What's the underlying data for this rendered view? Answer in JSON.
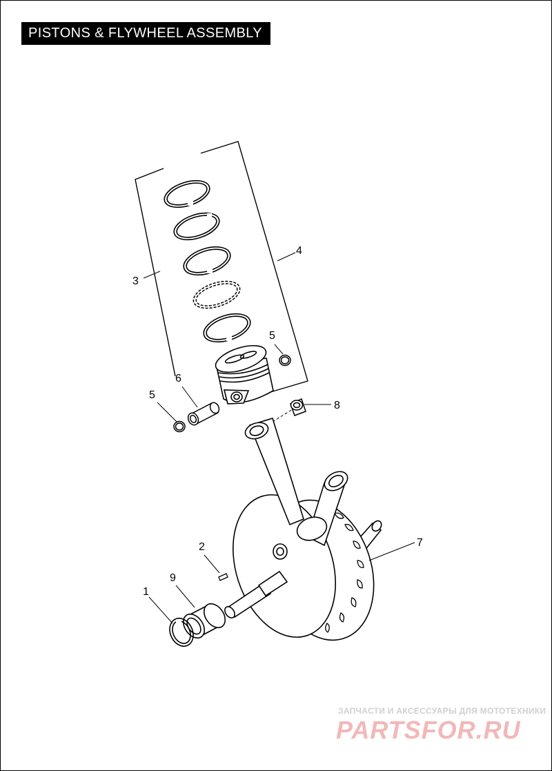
{
  "title": "PISTONS & FLYWHEEL ASSEMBLY",
  "callouts": {
    "c1": "1",
    "c2": "2",
    "c3": "3",
    "c4": "4",
    "c5a": "5",
    "c5b": "5",
    "c6": "6",
    "c7": "7",
    "c8": "8",
    "c9": "9"
  },
  "watermark": {
    "caption": "ЗАПЧАСТИ И АКСЕССУАРЫ ДЛЯ МОТОТЕХНИКИ",
    "logo": "PARTSFOR.RU"
  },
  "colors": {
    "line": "#000000",
    "title_bg": "#000000",
    "title_fg": "#ffffff",
    "watermark_logo": "#f2b8b8"
  }
}
